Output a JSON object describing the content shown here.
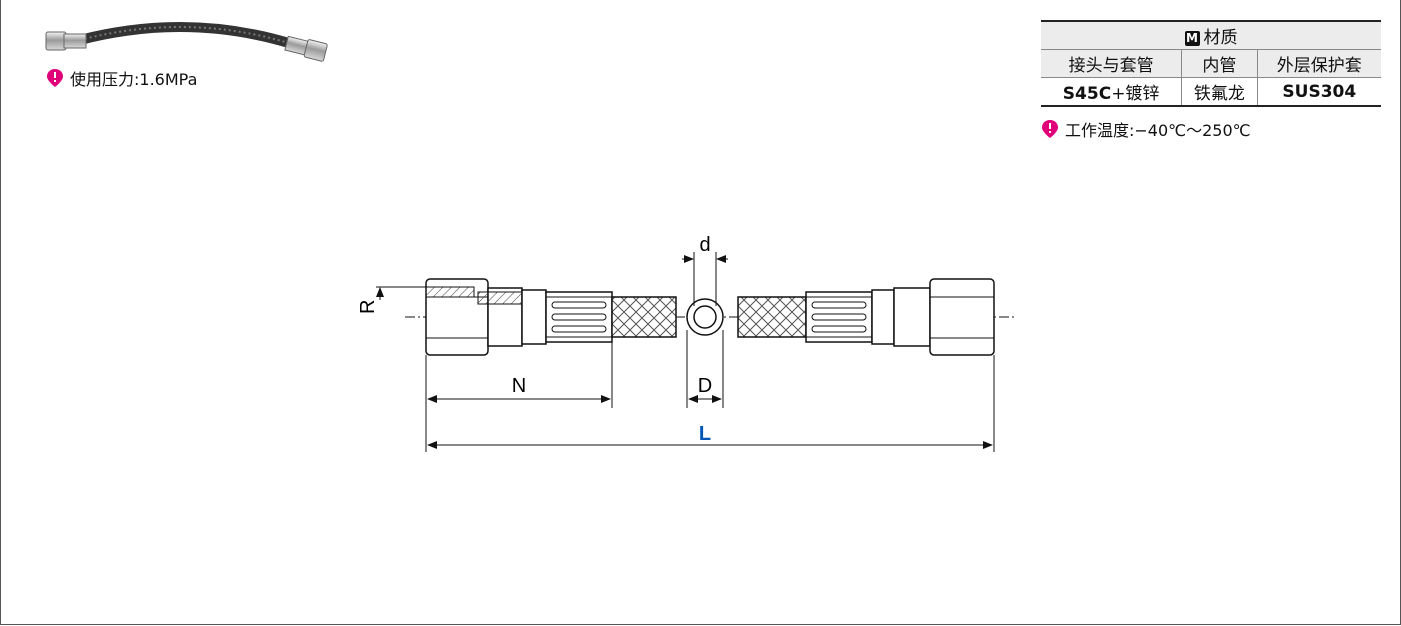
{
  "pressure_note": "使用压力:1.6MPa",
  "material": {
    "badge": "M",
    "title": "材质",
    "headers": [
      "接头与套管",
      "内管",
      "外层保护套"
    ],
    "values": [
      {
        "bold": "S45C",
        "rest": "+镀锌"
      },
      {
        "bold": "",
        "rest": "铁氟龙"
      },
      {
        "bold": "SUS304",
        "rest": ""
      }
    ]
  },
  "temperature_note": "工作温度:−40℃～250℃",
  "dimensions": {
    "R": "R",
    "N": "N",
    "d": "d",
    "D": "D",
    "L": "L"
  },
  "colors": {
    "pin": "#e0007a",
    "L_label": "#0057b8",
    "line": "#111111"
  },
  "icons": {
    "note_marker": "location-pin-icon",
    "material_badge": "m-badge-icon"
  }
}
